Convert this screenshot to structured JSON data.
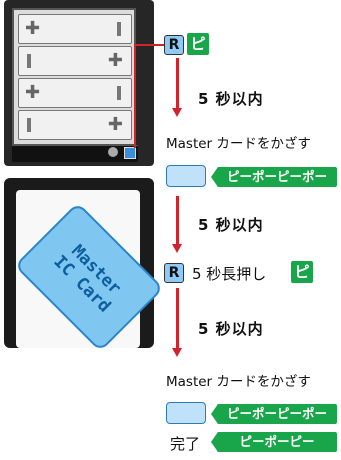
{
  "device": {
    "r_button_label": "R"
  },
  "card": {
    "line1": "Master",
    "line2": "IC Card"
  },
  "flow": {
    "step1_pi": "ピ",
    "within_label": "5 秒以内",
    "master_hold": "Master カードをかざす",
    "beep_long": "ピーポーピーポー",
    "long_press_text": "5 秒長押し",
    "done_label": "完了",
    "beep_done": "ピーポーピー"
  },
  "colors": {
    "green": "#19a64a",
    "red_arrow": "#d2232a",
    "card_blue": "#7fc6f0"
  }
}
